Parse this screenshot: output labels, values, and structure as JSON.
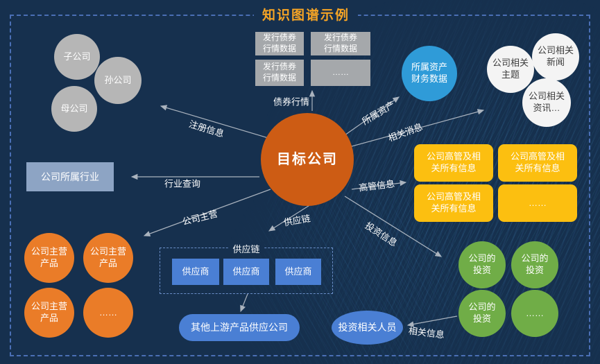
{
  "title": "知识图谱示例",
  "colors": {
    "bg": "#16304e",
    "frame": "#4a6fb5",
    "titlecolor": "#f5a425",
    "center": "#cd5c14",
    "orange": "#ea7c28",
    "yellow": "#fcbf10",
    "green": "#70ad47",
    "blue": "#4a7fd4",
    "lightblue": "#2f9bd8",
    "graybox": "#a5a8ab",
    "graycircle": "#b6b6b6",
    "steel": "#8da4c4",
    "arrow": "#c4cad2"
  },
  "center_node": {
    "label": "目标公司"
  },
  "parent_circles": [
    {
      "label": "子公司"
    },
    {
      "label": "孙公司"
    },
    {
      "label": "母公司"
    }
  ],
  "bond_boxes": [
    {
      "label": "发行债券\n行情数据"
    },
    {
      "label": "发行债券\n行情数据"
    },
    {
      "label": "发行债券\n行情数据"
    },
    {
      "label": "……"
    }
  ],
  "asset_circle": {
    "label": "所属资产\n财务数据"
  },
  "news_circles": [
    {
      "label": "公司相关\n主题"
    },
    {
      "label": "公司相关\n新闻"
    },
    {
      "label": "公司相关\n资讯…"
    }
  ],
  "industry_box": {
    "label": "公司所属行业"
  },
  "product_circles": [
    {
      "label": "公司主营\n产品"
    },
    {
      "label": "公司主营\n产品"
    },
    {
      "label": "公司主营\n产品"
    },
    {
      "label": "……"
    }
  ],
  "supply_group": {
    "title": "供应链",
    "suppliers": [
      {
        "label": "供应商"
      },
      {
        "label": "供应商"
      },
      {
        "label": "供应商"
      }
    ],
    "upstream": "其他上游产品供应公司"
  },
  "invest_person": {
    "label": "投资相关人员"
  },
  "exec_boxes": [
    {
      "label": "公司高管及相\n关所有信息"
    },
    {
      "label": "公司高管及相\n关所有信息"
    },
    {
      "label": "公司高管及相\n关所有信息"
    },
    {
      "label": "……"
    }
  ],
  "invest_circles": [
    {
      "label": "公司的\n投资"
    },
    {
      "label": "公司的\n投资"
    },
    {
      "label": "公司的\n投资"
    },
    {
      "label": "……"
    }
  ],
  "edge_labels": {
    "register": "注册信息",
    "bond_quote": "债券行情",
    "asset": "所属资产",
    "related_news": "相关消息",
    "industry_query": "行业查询",
    "executive": "高管信息",
    "main_business": "公司主营",
    "supply_chain": "供应链",
    "investment": "投资信息",
    "related_info": "相关信息"
  }
}
